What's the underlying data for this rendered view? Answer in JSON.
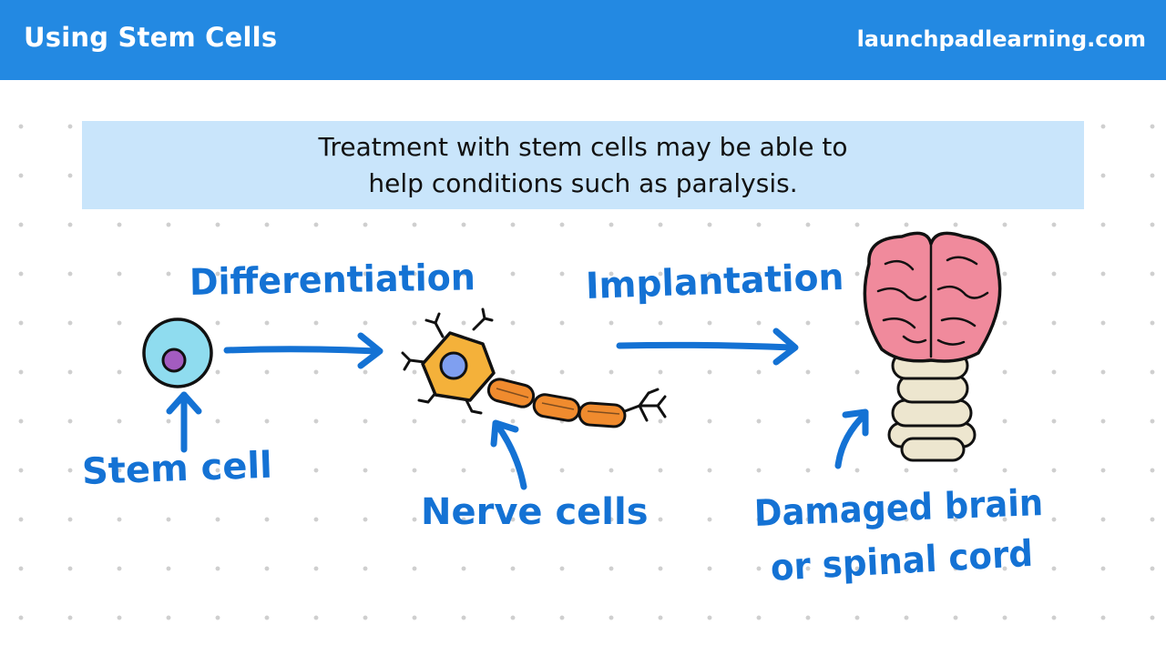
{
  "header": {
    "title": "Using Stem Cells",
    "site": "launchpadlearning.com"
  },
  "banner": {
    "line1": "Treatment with stem cells may be able to",
    "line2": "help conditions such as paralysis."
  },
  "labels": {
    "differentiation": "Differentiation",
    "implantation": "Implantation",
    "stem_cell": "Stem cell",
    "nerve_cells": "Nerve cells",
    "damaged_line1": "Damaged brain",
    "damaged_line2": "or spinal cord"
  },
  "colors": {
    "header": "#2389e2",
    "banner": "#c9e5fb",
    "handwriting": "#1472d4",
    "stem_cell": "#8fdcef",
    "nucleus": "#a35cc0",
    "neuron_body": "#f4b13a",
    "myelin": "#f08b2e",
    "brain": "#f08a9c",
    "spine": "#ede6cf"
  }
}
